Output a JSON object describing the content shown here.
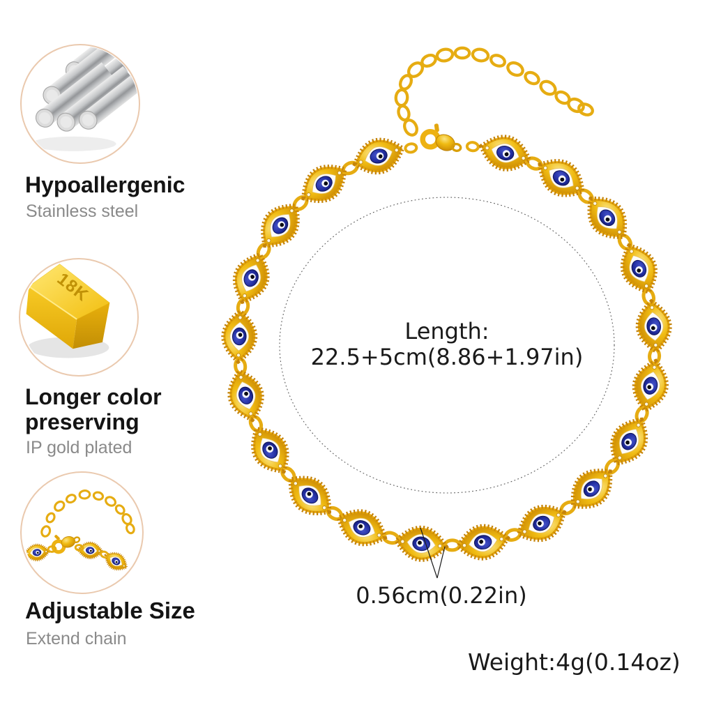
{
  "canvas": {
    "background": "#ffffff"
  },
  "features": [
    {
      "title": "Hypoallergenic",
      "subtitle": "Stainless steel",
      "icon": "steel-rods-icon"
    },
    {
      "title": "Longer color preserving",
      "subtitle": "IP gold plated",
      "icon": "gold-bar-icon",
      "icon_text": "18K"
    },
    {
      "title": "Adjustable Size",
      "subtitle": "Extend chain",
      "icon": "mini-bracelet-icon"
    }
  ],
  "annotations": {
    "length_label": "Length:",
    "length_value": "22.5+5cm(8.86+1.97in)",
    "link_size": "0.56cm(0.22in)",
    "weight": "Weight:4g(0.14oz)"
  },
  "colors": {
    "gold": "#EFB90F",
    "gold_dark": "#C5840A",
    "gold_ring": "#E6AC12",
    "enamel_white": "#FCFCFA",
    "eye_navy": "#222EA0",
    "eye_pupil": "#0B0B12",
    "circle_border": "#EAC9AE",
    "title_text": "#141414",
    "subtitle_text": "#8A8A8A",
    "annotation_text": "#1A1A1A",
    "dotted_line": "#5A5A5A"
  },
  "bracelet": {
    "eye_link_count": 20,
    "extension_ring_count": 16
  }
}
